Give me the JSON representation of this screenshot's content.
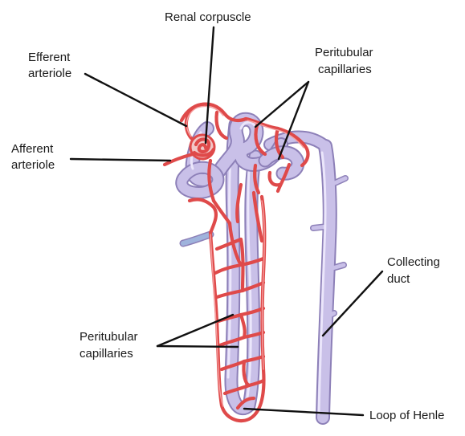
{
  "labels": {
    "renal_corpuscle": "Renal corpuscle",
    "efferent_line1": "Efferent",
    "efferent_line2": "arteriole",
    "afferent_line1": "Afferent",
    "afferent_line2": "arteriole",
    "peritubular_top_line1": "Peritubular",
    "peritubular_top_line2": "capillaries",
    "peritubular_bottom_line1": "Peritubular",
    "peritubular_bottom_line2": "capillaries",
    "collecting_line1": "Collecting",
    "collecting_line2": "duct",
    "loop_of_henle": "Loop of Henle"
  },
  "colors": {
    "tubule": "#c9c0e8",
    "tubule_outline": "#8d80b8",
    "capillary": "#df4a4a",
    "capillary_highlight": "#f6a0a0",
    "leader_line": "#111111"
  }
}
